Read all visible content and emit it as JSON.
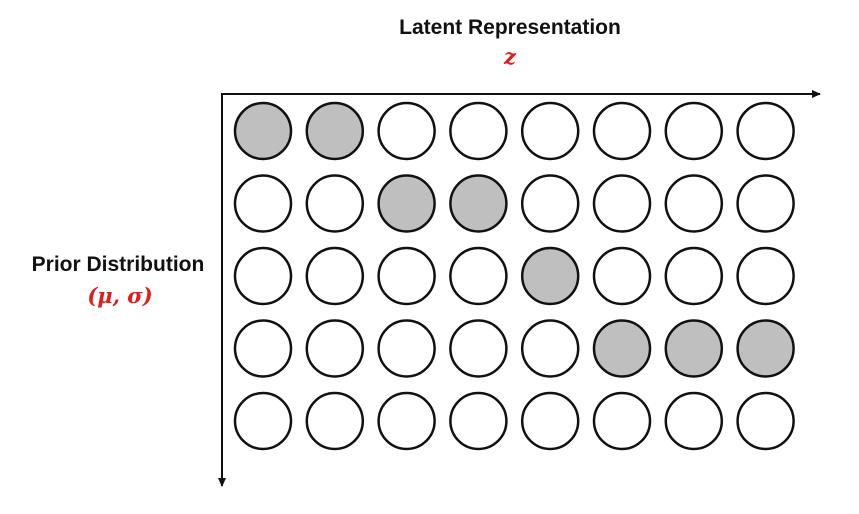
{
  "axes": {
    "x_label": "Latent Representation",
    "x_symbol": "z",
    "y_label": "Prior Distribution",
    "y_symbol": "(μ, σ)"
  },
  "colors": {
    "symbol": "#e21b1b",
    "filled": "#bfbfbf",
    "empty": "#ffffff",
    "stroke": "#111111"
  },
  "grid": {
    "rows": 5,
    "cols": 8,
    "filled": [
      [
        1,
        1,
        0,
        0,
        0,
        0,
        0,
        0
      ],
      [
        0,
        0,
        1,
        1,
        0,
        0,
        0,
        0
      ],
      [
        0,
        0,
        0,
        0,
        1,
        0,
        0,
        0
      ],
      [
        0,
        0,
        0,
        0,
        0,
        1,
        1,
        1
      ],
      [
        0,
        0,
        0,
        0,
        0,
        0,
        0,
        0
      ]
    ]
  }
}
